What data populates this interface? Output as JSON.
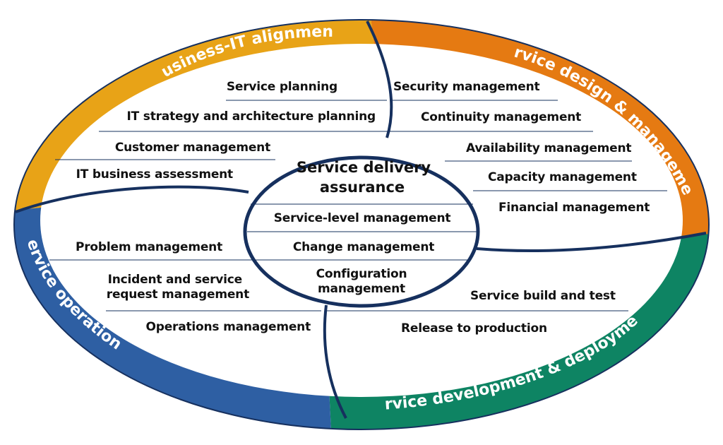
{
  "colors": {
    "business_it_alignment": "#E8A317",
    "service_design": "#E57A12",
    "service_development": "#0E8463",
    "service_operations": "#2E5FA3",
    "outline": "#16305E"
  },
  "bands": {
    "business_it_alignment": "Business-IT alignment",
    "service_design": "Service design & management",
    "service_development": "Service development & deployment",
    "service_operations": "Service operations"
  },
  "business_it_alignment_items": [
    "Service planning",
    "IT strategy and architecture planning",
    "Customer management",
    "IT business assessment"
  ],
  "service_design_items": [
    "Security management",
    "Continuity management",
    "Availability management",
    "Capacity management",
    "Financial management"
  ],
  "service_operations_items": [
    "Problem management",
    "Incident and service",
    "request management",
    "Operations management"
  ],
  "service_development_items": [
    "Service build and test",
    "Release to production"
  ],
  "center": {
    "title_line1": "Service delivery",
    "title_line2": "assurance",
    "items": [
      "Service-level management",
      "Change management",
      "Configuration",
      "management"
    ]
  }
}
